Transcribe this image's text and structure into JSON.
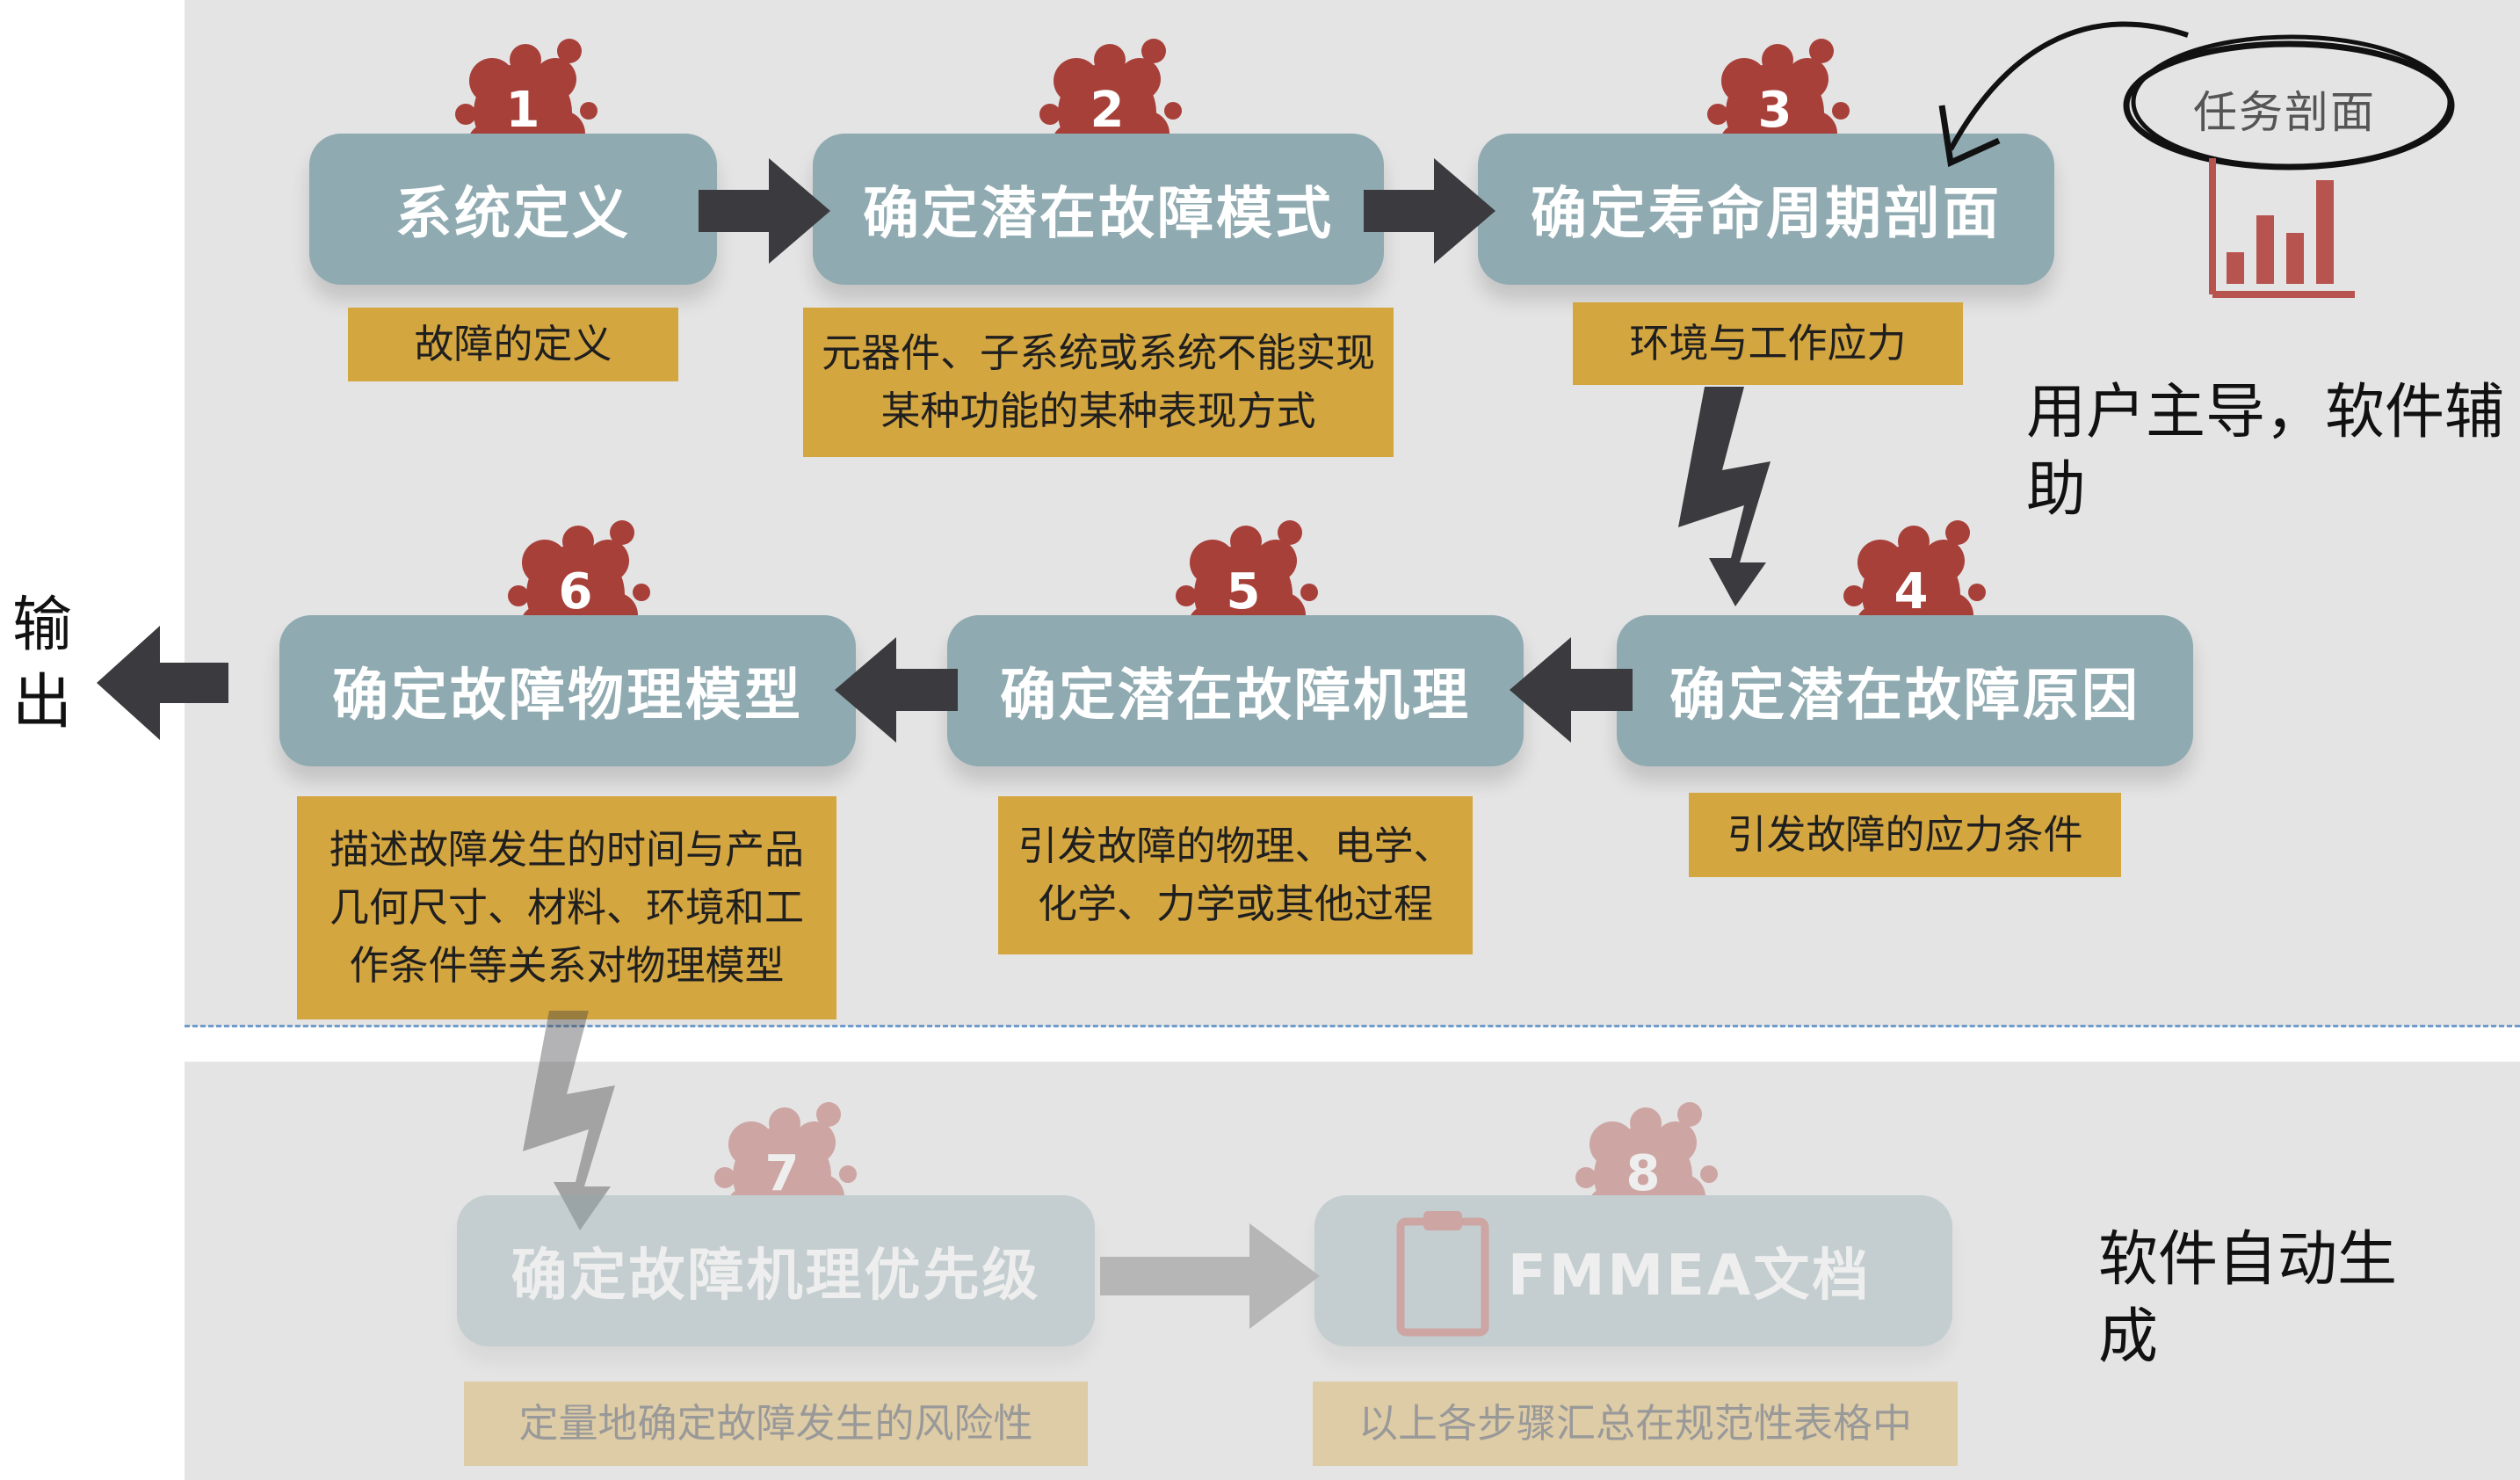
{
  "steps": [
    {
      "num": "1",
      "title": "系统定义",
      "desc": "故障的定义"
    },
    {
      "num": "2",
      "title": "确定潜在故障模式",
      "desc": "元器件、子系统或系统不能实现某种功能的某种表现方式"
    },
    {
      "num": "3",
      "title": "确定寿命周期剖面",
      "desc": "环境与工作应力"
    },
    {
      "num": "4",
      "title": "确定潜在故障原因",
      "desc": "引发故障的应力条件"
    },
    {
      "num": "5",
      "title": "确定潜在故障机理",
      "desc": "引发故障的物理、电学、化学、力学或其他过程"
    },
    {
      "num": "6",
      "title": "确定故障物理模型",
      "desc": "描述故障发生的时间与产品几何尺寸、材料、环境和工作条件等关系对物理模型"
    },
    {
      "num": "7",
      "title": "确定故障机理优先级",
      "desc": "定量地确定故障发生的风险性"
    },
    {
      "num": "8",
      "title": "FMMEA文档",
      "desc": "以上各步骤汇总在规范性表格中"
    }
  ],
  "mission_profile": {
    "label": "任务剖面"
  },
  "notes": {
    "user_led": "用户主导，软件辅助",
    "auto_gen": "软件自动生成",
    "output": "输出"
  },
  "colors": {
    "step_box": "#8faab0",
    "desc_box": "#d4a640",
    "splat": "#a8403a",
    "arrow": "#3b3b3f",
    "chart_icon": "#b85450"
  }
}
